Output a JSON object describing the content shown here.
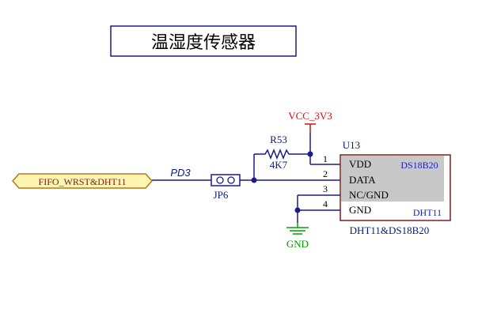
{
  "title": "温湿度传感器",
  "power": {
    "label": "VCC_3V3"
  },
  "resistor": {
    "ref": "R53",
    "value": "4K7"
  },
  "net_port": {
    "label": "FIFO_WRST&DHT11"
  },
  "net_label": "PD3",
  "jumper": {
    "ref": "JP6"
  },
  "ic": {
    "ref": "U13",
    "value": "DHT11&DS18B20",
    "part_top": "DS18B20",
    "part_bottom": "DHT11",
    "pins": [
      {
        "num": "1",
        "name": "VDD"
      },
      {
        "num": "2",
        "name": "DATA"
      },
      {
        "num": "3",
        "name": "NC/GND"
      },
      {
        "num": "4",
        "name": "GND"
      }
    ]
  },
  "ground": {
    "label": "GND"
  },
  "colors": {
    "wire": "#1a1a8c",
    "power": "#d01010",
    "ground": "#00a000",
    "label": "#0a1a80",
    "body_fill": "#c8c8c8",
    "outline": "#7a2020",
    "port_fill": "#fff4b0",
    "port_stroke": "#b07a1a",
    "title_border": "#1a1a8c"
  }
}
